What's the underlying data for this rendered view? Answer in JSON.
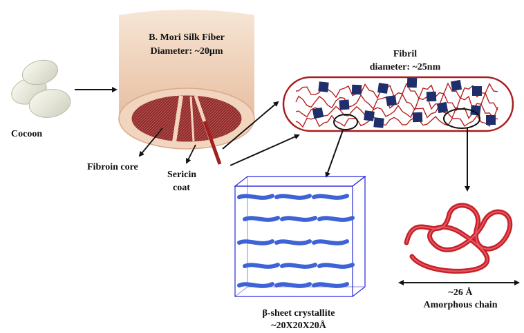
{
  "labels": {
    "fiber_title": "B. Mori Silk Fiber",
    "fiber_diameter": "Diameter: ~20μm",
    "cocoon": "Cocoon",
    "fibroin_core": "Fibroin core",
    "sericin_1": "Sericin",
    "sericin_2": "coat",
    "fibril_title": "Fibril",
    "fibril_diameter": "diameter: ~25nm",
    "crystallite_1": "β-sheet crystallite",
    "crystallite_2": "~20X20X20Å",
    "amorphous_size": "~26 Å",
    "amorphous_label": "Amorphous chain"
  },
  "colors": {
    "fiber_fill": "#efd3bc",
    "core_red": "#8a1c1c",
    "fibril_outline": "#a81c1c",
    "crystal_blue": "#1f2f6b",
    "sheet_blue": "#3d63d6",
    "box_blue": "#2727d8",
    "amorphous_red": "#c8202a"
  }
}
